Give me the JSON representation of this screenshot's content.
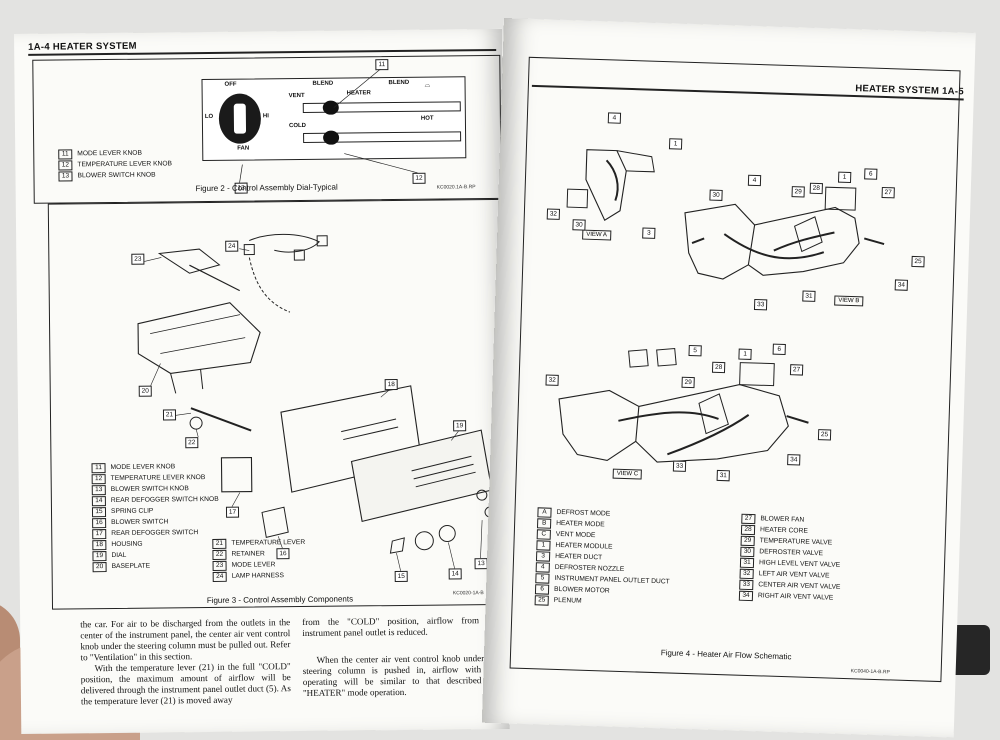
{
  "left_page": {
    "header": "1A-4 HEATER SYSTEM",
    "figure2": {
      "caption": "Figure 2 - Control Assembly Dial-Typical",
      "code": "KC0020.1A-B.RP",
      "dial_labels": {
        "off": "OFF",
        "lo": "LO",
        "hi": "HI",
        "fan": "FAN",
        "vent": "VENT",
        "blend1": "BLEND",
        "heater": "HEATER",
        "blend2": "BLEND",
        "cold": "COLD",
        "hot": "HOT"
      },
      "callouts": [
        "11",
        "12",
        "13"
      ],
      "legend": [
        {
          "num": "11",
          "label": "MODE LEVER KNOB"
        },
        {
          "num": "12",
          "label": "TEMPERATURE LEVER KNOB"
        },
        {
          "num": "13",
          "label": "BLOWER SWITCH KNOB"
        }
      ]
    },
    "figure3": {
      "caption": "Figure 3 - Control Assembly Components",
      "code": "KC0020-1A-B",
      "callouts": [
        "23",
        "24",
        "20",
        "21",
        "22",
        "18",
        "19",
        "17",
        "16",
        "15",
        "14",
        "13"
      ],
      "legend_left": [
        {
          "num": "11",
          "label": "MODE LEVER KNOB"
        },
        {
          "num": "12",
          "label": "TEMPERATURE LEVER KNOB"
        },
        {
          "num": "13",
          "label": "BLOWER SWITCH KNOB"
        },
        {
          "num": "14",
          "label": "REAR DEFOGGER SWITCH KNOB"
        },
        {
          "num": "15",
          "label": "SPRING CLIP"
        },
        {
          "num": "16",
          "label": "BLOWER SWITCH"
        },
        {
          "num": "17",
          "label": "REAR DEFOGGER SWITCH"
        },
        {
          "num": "18",
          "label": "HOUSING"
        },
        {
          "num": "19",
          "label": "DIAL"
        },
        {
          "num": "20",
          "label": "BASEPLATE"
        }
      ],
      "legend_right": [
        {
          "num": "21",
          "label": "TEMPERATURE LEVER"
        },
        {
          "num": "22",
          "label": "RETAINER"
        },
        {
          "num": "23",
          "label": "MODE LEVER"
        },
        {
          "num": "24",
          "label": "LAMP HARNESS"
        }
      ]
    },
    "text_col1": "the car. For air to be discharged from the outlets in the center of the instrument panel, the center air vent control knob under the steering column must be pulled out. Refer to \"Ventilation\" in this section.",
    "text_col1b": "With the temperature lever (21) in the full \"COLD\" position, the maximum amount of airflow will be delivered through the instrument panel outlet duct (5). As the temperature lever (21) is moved away",
    "text_col2": "from the \"COLD\" position, airflow from the instrument panel outlet is reduced.",
    "text_col2b": "When the center air vent control knob under the steering column is pushed in, airflow with the operating will be similar to that described for \"HEATER\" mode operation."
  },
  "right_page": {
    "header": "HEATER SYSTEM 1A-5",
    "figure4": {
      "caption": "Figure 4 - Heater Air Flow Schematic",
      "code": "KC0040-1A-B.RP",
      "view_a": "VIEW A",
      "view_b": "VIEW B",
      "view_c": "VIEW C",
      "callouts_a": [
        "4",
        "1",
        "32",
        "30",
        "3"
      ],
      "callouts_b": [
        "4",
        "30",
        "29",
        "28",
        "1",
        "6",
        "27",
        "25",
        "34",
        "31",
        "33"
      ],
      "callouts_c": [
        "5",
        "32",
        "29",
        "28",
        "1",
        "6",
        "27",
        "25",
        "34",
        "31",
        "33"
      ],
      "legend_left": [
        {
          "num": "A",
          "label": "DEFROST MODE"
        },
        {
          "num": "B",
          "label": "HEATER MODE"
        },
        {
          "num": "C",
          "label": "VENT MODE"
        },
        {
          "num": "1",
          "label": "HEATER MODULE"
        },
        {
          "num": "3",
          "label": "HEATER DUCT"
        },
        {
          "num": "4",
          "label": "DEFROSTER NOZZLE"
        },
        {
          "num": "5",
          "label": "INSTRUMENT PANEL OUTLET DUCT"
        },
        {
          "num": "6",
          "label": "BLOWER MOTOR"
        },
        {
          "num": "25",
          "label": "PLENUM"
        }
      ],
      "legend_right": [
        {
          "num": "27",
          "label": "BLOWER FAN"
        },
        {
          "num": "28",
          "label": "HEATER CORE"
        },
        {
          "num": "29",
          "label": "TEMPERATURE VALVE"
        },
        {
          "num": "30",
          "label": "DEFROSTER VALVE"
        },
        {
          "num": "31",
          "label": "HIGH LEVEL VENT VALVE"
        },
        {
          "num": "32",
          "label": "LEFT AIR VENT VALVE"
        },
        {
          "num": "33",
          "label": "CENTER AIR VENT VALVE"
        },
        {
          "num": "34",
          "label": "RIGHT AIR VENT VALVE"
        }
      ]
    }
  },
  "colors": {
    "paper": "#fbfbf8",
    "ink": "#111111",
    "background": "#e3e3e1"
  }
}
